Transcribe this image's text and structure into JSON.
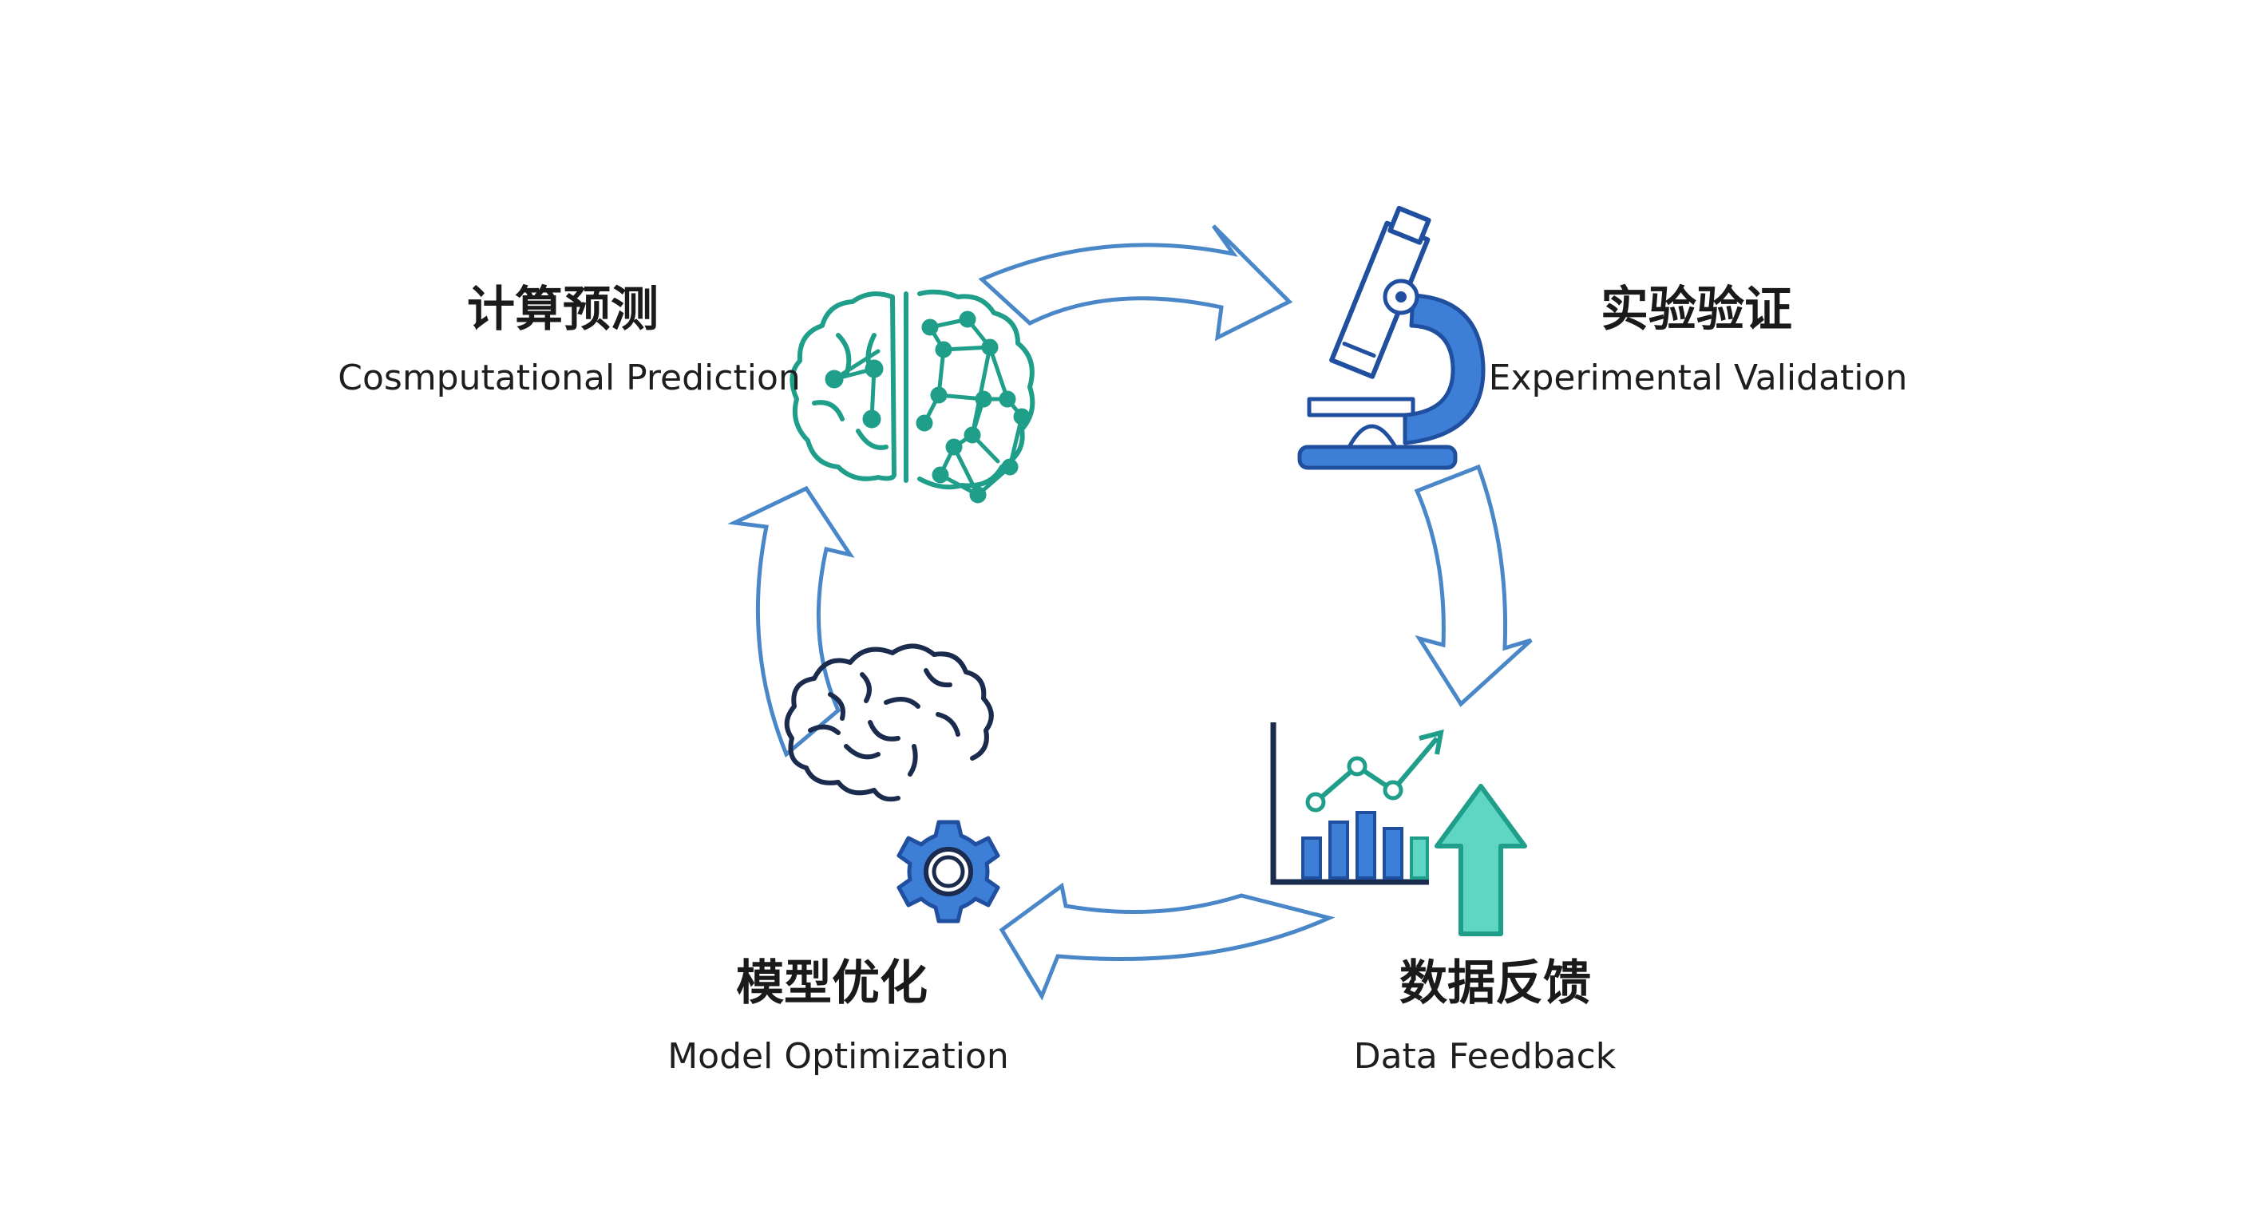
{
  "stages": [
    {
      "id": "prediction",
      "title_cn": "计算预测",
      "title_en": "Cosmputational Prediction",
      "icon": "neural-brain-icon"
    },
    {
      "id": "validation",
      "title_cn": "实验验证",
      "title_en": "Experimental Validation",
      "icon": "microscope-icon"
    },
    {
      "id": "feedback",
      "title_cn": "数据反馈",
      "title_en": "Data Feedback",
      "icon": "chart-growth-icon"
    },
    {
      "id": "optimization",
      "title_cn": "模型优化",
      "title_en": "Model Optimization",
      "icon": "brain-gear-icon"
    }
  ],
  "colors": {
    "teal": "#1f9e8a",
    "teal_light": "#5fd6c4",
    "blue": "#3d7fd6",
    "blue_dark": "#1f4f9e",
    "navy": "#1a2b4d",
    "arrow": "#4a87c9",
    "text": "#1a1a1a"
  }
}
